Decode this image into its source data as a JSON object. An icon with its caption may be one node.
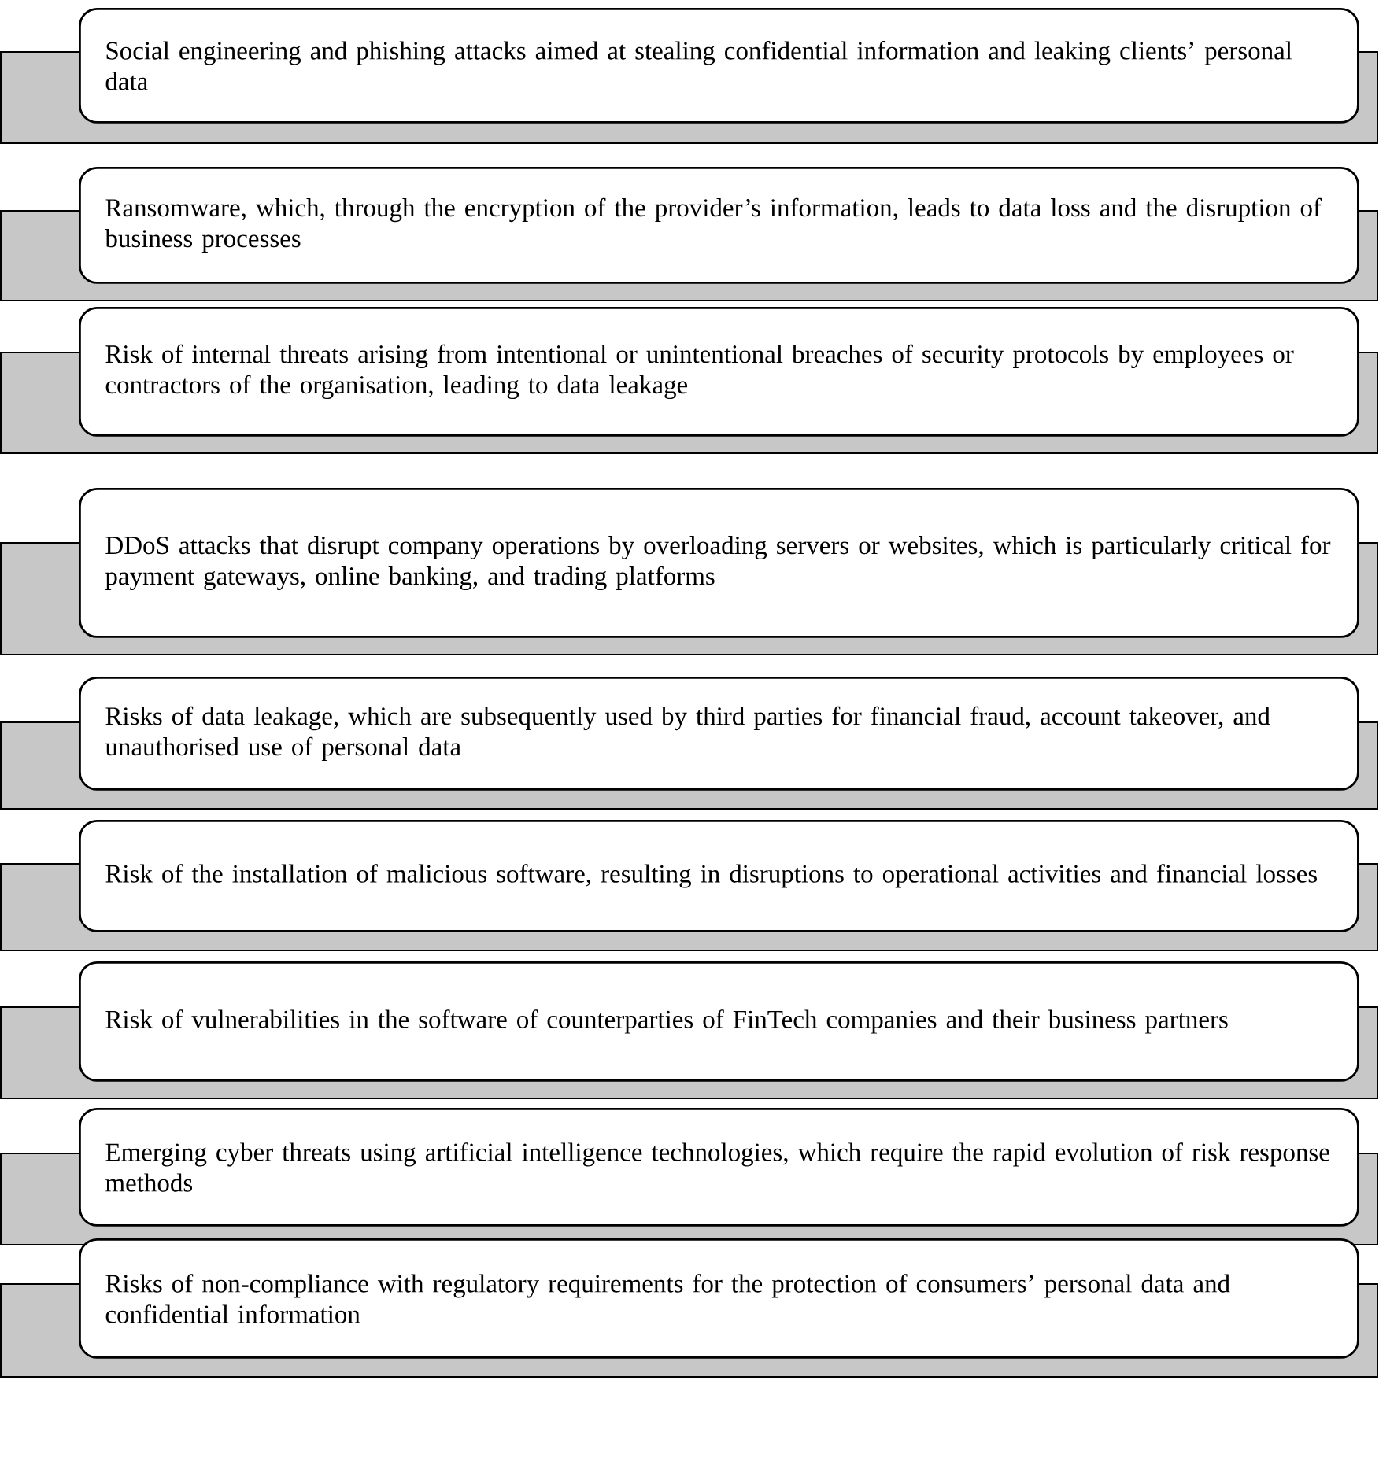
{
  "diagram": {
    "nodes": [
      {
        "text": [
          "Social engineering and phishing attacks aimed at stealing confidential information and leaking clients’ personal data"
        ]
      },
      {
        "text": [
          "Ransomware, which, through the encryption of the provider’s information, leads to data loss and the disruption of business processes"
        ]
      },
      {
        "text": [
          "Risk of internal threats arising from intentional or unintentional breaches of security protocols by employees or contractors of the organisation, leading to data leakage"
        ]
      },
      {
        "text": [
          "DDoS attacks that disrupt company operations by overloading servers or websites, which is particularly critical for payment gateways, online banking, and trading platforms"
        ]
      },
      {
        "text": [
          "Risks of data leakage, which are subsequently used by third parties for financial fraud, account takeover, and unauthorised use of personal data"
        ]
      },
      {
        "text": [
          "Risk of the installation of malicious software, resulting in disruptions to operational activities and financial losses"
        ]
      },
      {
        "text": [
          "Risk of vulnerabilities in the software of counterparties of FinTech companies and their business partners"
        ]
      },
      {
        "text": [
          "Emerging cyber threats using artificial intelligence technologies, which require the rapid evolution of risk response methods"
        ]
      },
      {
        "text": [
          "Risks of non-compliance with regulatory requirements for the protection of consumers’ personal data and confidential information"
        ]
      }
    ]
  }
}
